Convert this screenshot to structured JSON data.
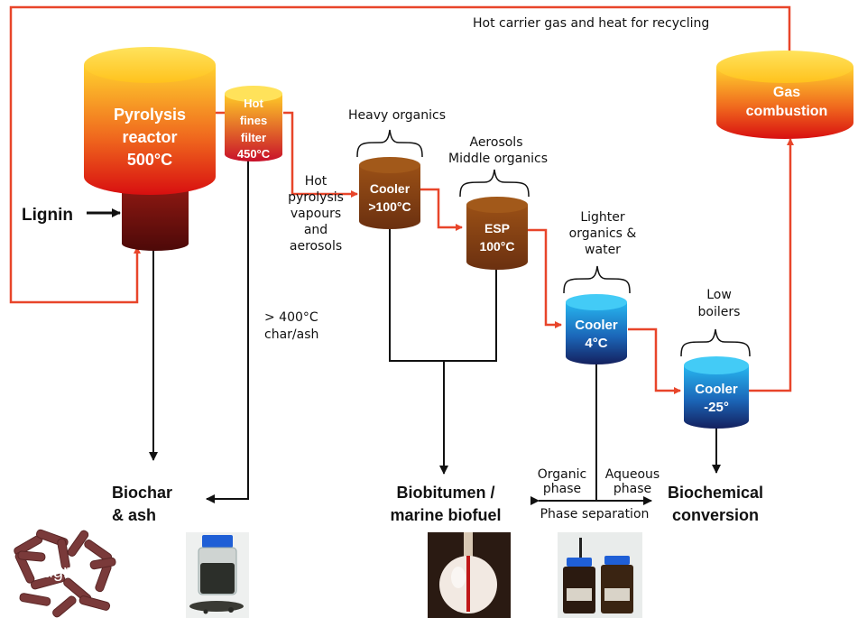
{
  "top_label": "Hot carrier gas and heat for recycling",
  "feed_label": "Lignin",
  "vessels": {
    "pyrolysis_reactor": [
      "Pyrolysis",
      "reactor",
      "500°C"
    ],
    "hot_filter": [
      "Hot",
      "fines",
      "filter",
      "450°C"
    ],
    "cooler_100": [
      "Cooler",
      ">100°C"
    ],
    "esp": [
      "ESP",
      "100°C"
    ],
    "cooler_4": [
      "Cooler",
      "4°C"
    ],
    "cooler_minus25": [
      "Cooler",
      "-25°"
    ],
    "gas_combustion": [
      "Gas",
      "combustion"
    ]
  },
  "annotations": {
    "hot_vapours": [
      "Hot",
      "pyrolysis",
      "vapours",
      "and",
      "aerosols"
    ],
    "char_ash": [
      "> 400°C",
      "char/ash"
    ],
    "heavy_organics": "Heavy organics",
    "aerosols": [
      "Aerosols",
      "Middle organics"
    ],
    "lighter_organics": [
      "Lighter",
      "organics &",
      "water"
    ],
    "low_boilers": [
      "Low",
      "boilers"
    ],
    "organic_phase": [
      "Organic",
      "phase"
    ],
    "aqueous_phase": [
      "Aqueous",
      "phase"
    ],
    "phase_separation": "Phase separation"
  },
  "products": {
    "biochar": [
      "Biochar",
      "& ash"
    ],
    "biobitumen": [
      "Biobitumen /",
      "marine biofuel"
    ],
    "biochemical": [
      "Biochemical",
      "conversion"
    ]
  },
  "photos": {
    "lignin_caption": "Lignin"
  },
  "colors": {
    "flow_line": "#e8452a",
    "product_line": "#111111",
    "hot_top": "#ffd12e",
    "hot_bottom": "#d80f10",
    "brown": "#8a4413",
    "blue_top": "#27b7f0",
    "blue_bottom": "#14205e"
  }
}
